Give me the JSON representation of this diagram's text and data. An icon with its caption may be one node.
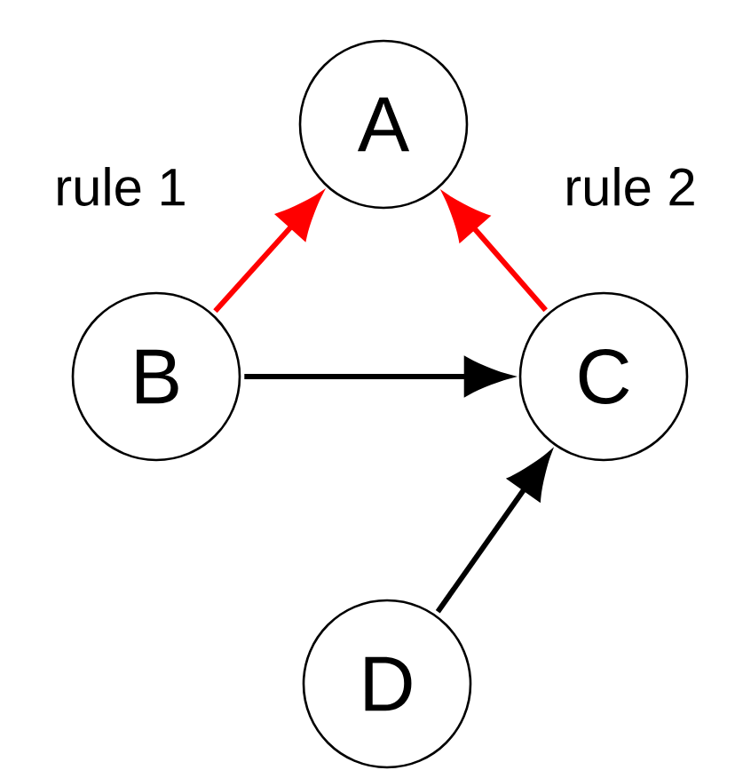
{
  "diagram": {
    "nodes": [
      {
        "text": [
          "A"
        ]
      },
      {
        "text": [
          "B"
        ]
      },
      {
        "text": [
          "C"
        ]
      },
      {
        "text": [
          "D"
        ]
      }
    ],
    "edges": [
      {
        "from": 1,
        "to": 0,
        "arrow": "to",
        "label": "rule 1",
        "color": "#ff0000"
      },
      {
        "from": 2,
        "to": 0,
        "arrow": "to",
        "label": "rule 2",
        "color": "#ff0000"
      },
      {
        "from": 1,
        "to": 2,
        "arrow": "to",
        "color": "#000000"
      },
      {
        "from": 3,
        "to": 2,
        "arrow": "to",
        "color": "#000000"
      }
    ]
  }
}
